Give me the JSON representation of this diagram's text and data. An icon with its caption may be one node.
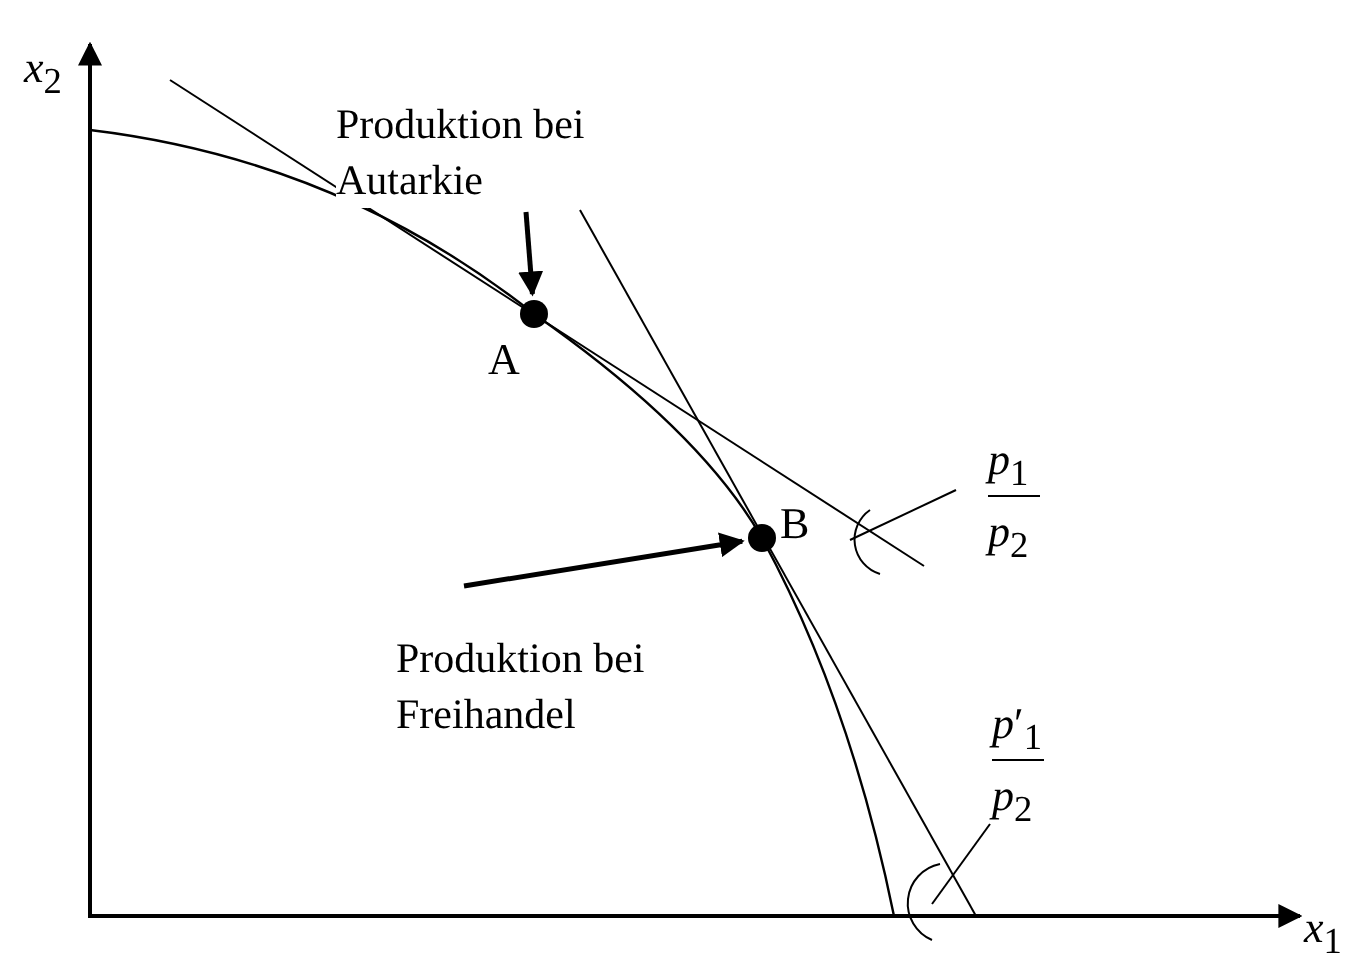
{
  "diagram": {
    "nodes": [
      {
        "text": [
          "Produktion bei Autarkie"
        ]
      },
      {
        "text": [],
        "shape": "circle",
        "beside": [
          "A"
        ]
      },
      {
        "text": [
          "Produktion bei Freihandel"
        ]
      },
      {
        "text": [],
        "shape": "circle",
        "beside": [
          "B"
        ]
      }
    ],
    "edges": [
      {
        "from": 0,
        "to": 1,
        "arrow": "to"
      },
      {
        "from": 2,
        "to": 3,
        "arrow": "to"
      }
    ],
    "labels": [
      "*x*$_{2}$",
      "*p*$_{1}$",
      "*p*$_{2}$",
      "*p*′$_{1}$",
      "*p*$_{2}$",
      "*x*$_{1}$"
    ]
  }
}
